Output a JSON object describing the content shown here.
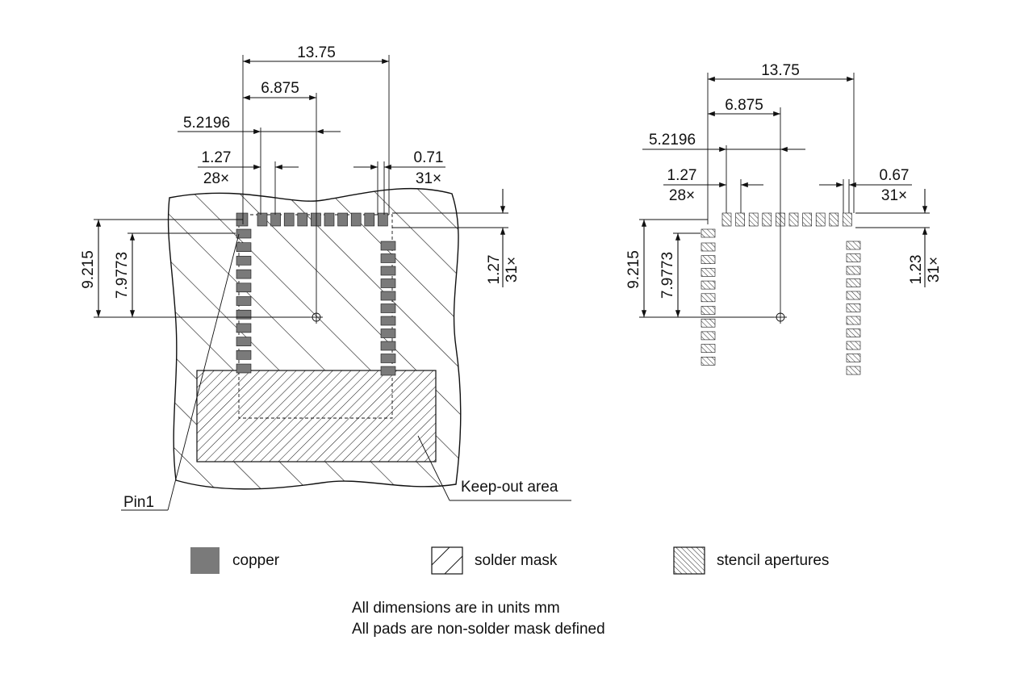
{
  "left_view": {
    "dims": {
      "overall_width": "13.75",
      "half_width": "6.875",
      "offset": "5.2196",
      "pitch": "1.27",
      "pitch_count": "28×",
      "pad_width": "0.71",
      "pad_count": "31×",
      "height_outer": "9.215",
      "height_inner": "7.9773",
      "pad_height": "1.27",
      "pad_height_count": "31×"
    },
    "labels": {
      "pin1": "Pin1",
      "keepout": "Keep-out area"
    }
  },
  "right_view": {
    "dims": {
      "overall_width": "13.75",
      "half_width": "6.875",
      "offset": "5.2196",
      "pitch": "1.27",
      "pitch_count": "28×",
      "pad_width": "0.67",
      "pad_count": "31×",
      "height_outer": "9.215",
      "height_inner": "7.9773",
      "pad_height": "1.23",
      "pad_height_count": "31×"
    }
  },
  "legend": {
    "copper": "copper",
    "solder_mask": "solder mask",
    "stencil": "stencil apertures"
  },
  "notes": {
    "line1": "All dimensions are in units mm",
    "line2": "All pads are non-solder mask defined"
  },
  "colors": {
    "copper": "#7a7a7a",
    "ink": "#111111"
  }
}
